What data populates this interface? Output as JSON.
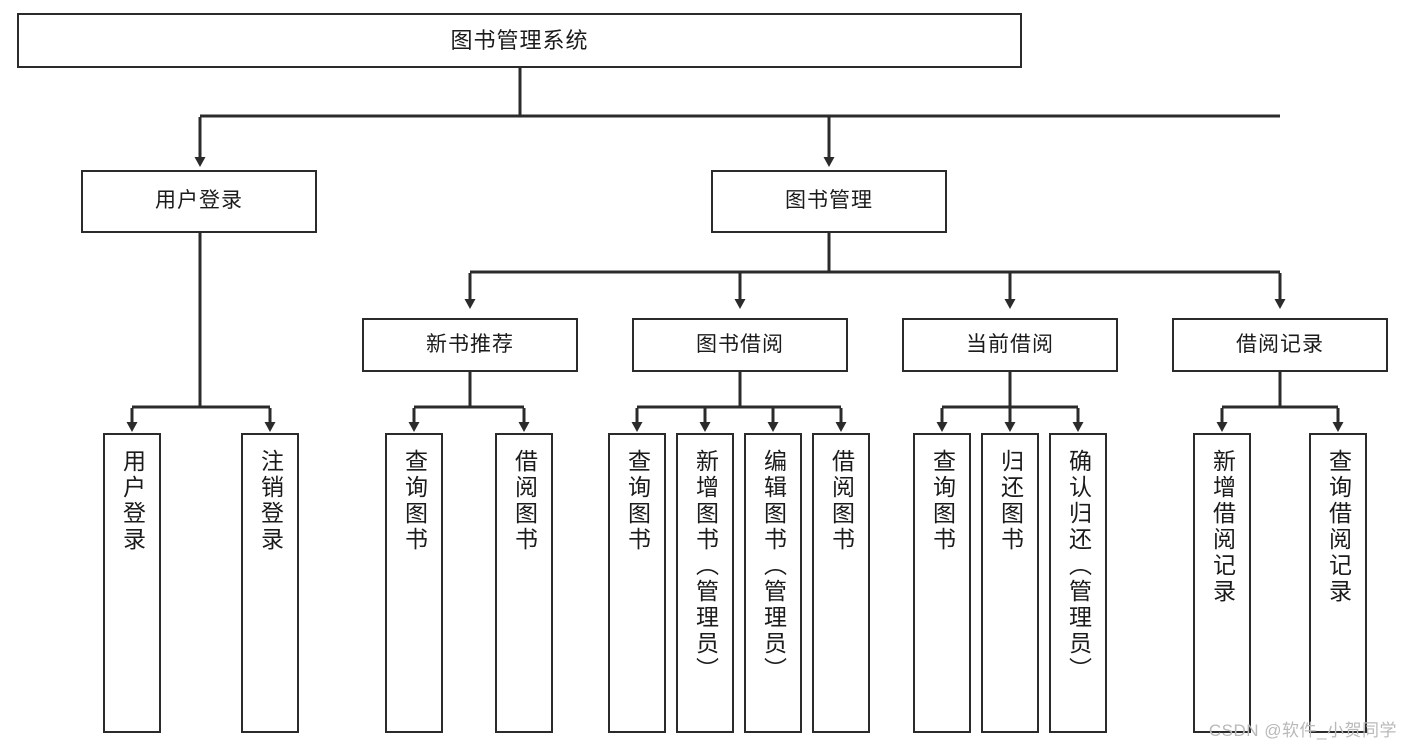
{
  "diagram": {
    "title": "图书管理系统",
    "type": "tree-hierarchy-chart",
    "orientation": "top-down",
    "colors": {
      "box_border": "#2b2b2b",
      "box_fill": "#ffffff",
      "edge": "#2b2b2b",
      "text": "#1b1b1b",
      "watermark": "#b9b9b9",
      "background": "#ffffff"
    },
    "root": {
      "id": "root",
      "label": "图书管理系统"
    },
    "level2": [
      {
        "id": "user-login",
        "label": "用户登录"
      },
      {
        "id": "book-manage",
        "label": "图书管理"
      }
    ],
    "level3": [
      {
        "id": "new-book-recommend",
        "label": "新书推荐",
        "parent": "book-manage"
      },
      {
        "id": "book-borrow",
        "label": "图书借阅",
        "parent": "book-manage"
      },
      {
        "id": "current-borrow",
        "label": "当前借阅",
        "parent": "book-manage"
      },
      {
        "id": "borrow-record",
        "label": "借阅记录",
        "parent": "book-manage"
      }
    ],
    "leaves": {
      "user_login": [
        {
          "id": "leaf-user-login",
          "label": "用户登录"
        },
        {
          "id": "leaf-logout",
          "label": "注销登录"
        }
      ],
      "new_book_recommend": [
        {
          "id": "leaf-query-book-1",
          "label": "查询图书"
        },
        {
          "id": "leaf-borrow-book-1",
          "label": "借阅图书"
        }
      ],
      "book_borrow": [
        {
          "id": "leaf-query-book-2",
          "label": "查询图书"
        },
        {
          "id": "leaf-add-book",
          "label": "新增图书（管理员）"
        },
        {
          "id": "leaf-edit-book",
          "label": "编辑图书（管理员）"
        },
        {
          "id": "leaf-borrow-book-2",
          "label": "借阅图书"
        }
      ],
      "current_borrow": [
        {
          "id": "leaf-query-book-3",
          "label": "查询图书"
        },
        {
          "id": "leaf-return-book",
          "label": "归还图书"
        },
        {
          "id": "leaf-confirm-return",
          "label": "确认归还（管理员）"
        }
      ],
      "borrow_record": [
        {
          "id": "leaf-add-record",
          "label": "新增借阅记录"
        },
        {
          "id": "leaf-query-record",
          "label": "查询借阅记录"
        }
      ]
    }
  },
  "watermark": {
    "text": "CSDN @软件_小贺同学"
  }
}
